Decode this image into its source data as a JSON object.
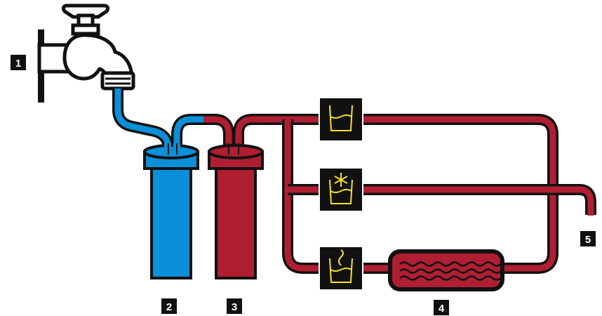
{
  "labels": {
    "tap": "1",
    "filter_blue": "2",
    "filter_red": "3",
    "heater": "4",
    "outlet": "5"
  },
  "icons": {
    "top": "water-cup-icon",
    "middle": "snowflake-cup-icon",
    "bottom": "hot-water-cup-icon"
  },
  "colors": {
    "cold": "#0a8fd8",
    "treated": "#b01e32",
    "outline": "#111111",
    "icon_bg": "#111111",
    "icon_fg": "#f5e12a"
  }
}
